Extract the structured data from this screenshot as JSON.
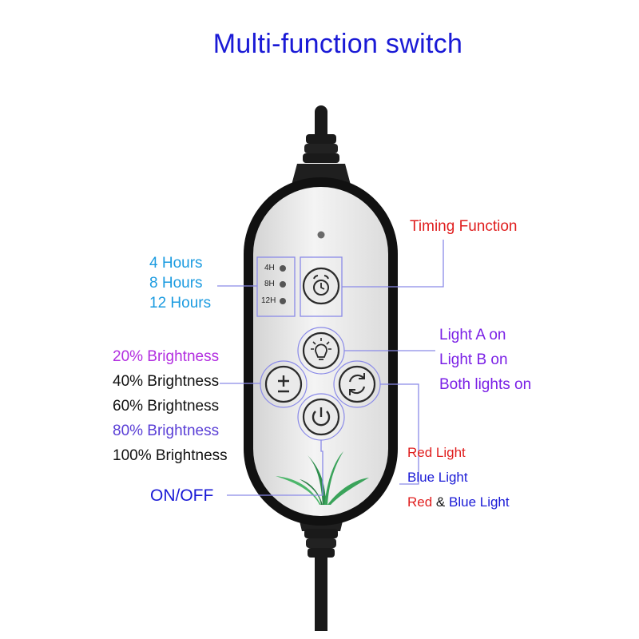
{
  "title": "Multi-function switch",
  "timing": {
    "label": "Timing Function",
    "indicators": [
      "4H",
      "8H",
      "12H"
    ]
  },
  "hours": [
    "4 Hours",
    "8 Hours",
    "12 Hours"
  ],
  "brightness": [
    "20% Brightness",
    "40% Brightness",
    "60% Brightness",
    "80% Brightness",
    "100% Brightness"
  ],
  "lights": [
    "Light A on",
    "Light B on",
    "Both lights on"
  ],
  "spectrum": {
    "red": "Red Light",
    "blue": "Blue Light",
    "combo_red": "Red",
    "combo_amp": "&",
    "combo_blue": "Blue Light"
  },
  "power_label": "ON/OFF",
  "colors": {
    "title": "#1a1ad6",
    "hours": "#1b9be0",
    "purple": "#7a1fe6",
    "violet": "#b22ee0",
    "slate_blue": "#5a3fd6",
    "red": "#e01e1e",
    "blue": "#1a1ad6",
    "leaf_green": "#3aa35a"
  },
  "icons": [
    "alarm-clock-icon",
    "light-bulb-icon",
    "plus-minus-icon",
    "cycle-arrows-icon",
    "power-icon",
    "plant-leaves-icon"
  ]
}
